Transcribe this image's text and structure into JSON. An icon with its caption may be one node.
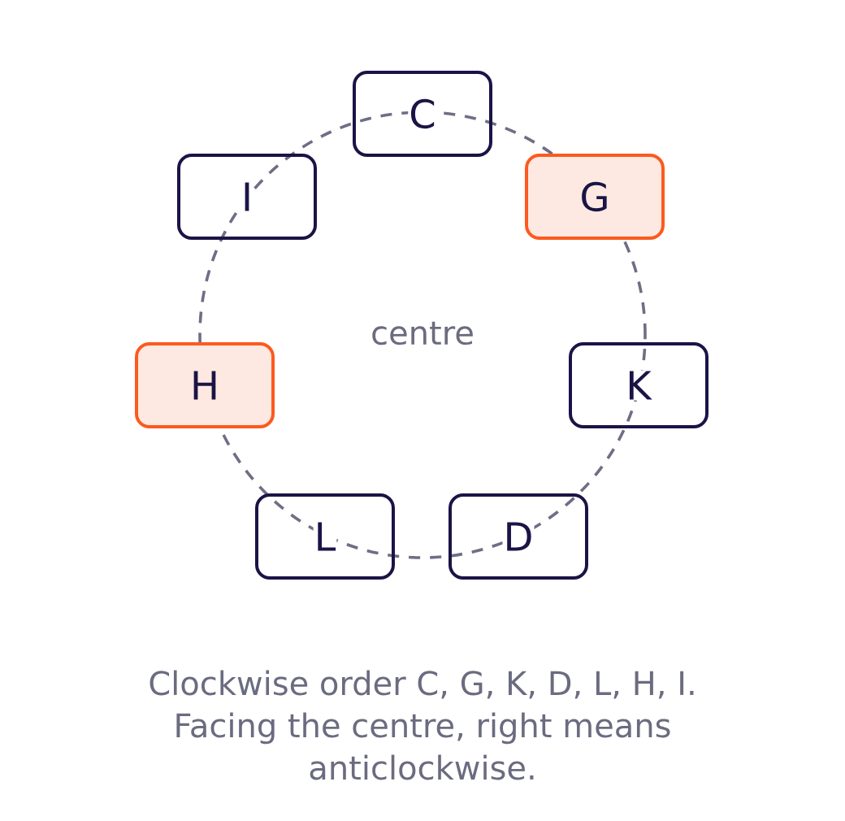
{
  "diagram": {
    "caption": "Clockwise order C, G, K, D, L, H, I. Facing the centre, right means anticlockwise.",
    "nodes": [
      {
        "text": [
          "C"
        ]
      },
      {
        "text": [
          "I"
        ]
      },
      {
        "text": [
          "G"
        ]
      },
      {
        "text": [
          "H"
        ]
      },
      {
        "text": [
          "K"
        ]
      },
      {
        "text": [
          "L"
        ]
      },
      {
        "text": [
          "D"
        ]
      }
    ],
    "labels": [
      "centre"
    ]
  }
}
